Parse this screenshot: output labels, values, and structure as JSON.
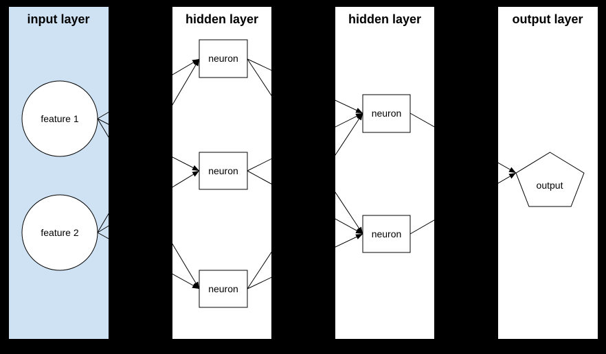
{
  "diagram": {
    "kind": "neural-network",
    "layers": [
      {
        "id": "input",
        "title": "input layer",
        "nodes": [
          {
            "id": "feature1",
            "label": "feature 1",
            "shape": "circle"
          },
          {
            "id": "feature2",
            "label": "feature 2",
            "shape": "circle"
          }
        ]
      },
      {
        "id": "hidden1",
        "title": "hidden layer",
        "nodes": [
          {
            "id": "h1n1",
            "label": "neuron",
            "shape": "rect"
          },
          {
            "id": "h1n2",
            "label": "neuron",
            "shape": "rect"
          },
          {
            "id": "h1n3",
            "label": "neuron",
            "shape": "rect"
          }
        ]
      },
      {
        "id": "hidden2",
        "title": "hidden layer",
        "nodes": [
          {
            "id": "h2n1",
            "label": "neuron",
            "shape": "rect"
          },
          {
            "id": "h2n2",
            "label": "neuron",
            "shape": "rect"
          }
        ]
      },
      {
        "id": "output",
        "title": "output layer",
        "nodes": [
          {
            "id": "out1",
            "label": "output",
            "shape": "pentagon"
          }
        ]
      }
    ],
    "connections": [
      {
        "from": "feature1",
        "to": "h1n1"
      },
      {
        "from": "feature1",
        "to": "h1n2"
      },
      {
        "from": "feature1",
        "to": "h1n3"
      },
      {
        "from": "feature2",
        "to": "h1n1"
      },
      {
        "from": "feature2",
        "to": "h1n2"
      },
      {
        "from": "feature2",
        "to": "h1n3"
      },
      {
        "from": "h1n1",
        "to": "h2n1"
      },
      {
        "from": "h1n1",
        "to": "h2n2"
      },
      {
        "from": "h1n2",
        "to": "h2n1"
      },
      {
        "from": "h1n2",
        "to": "h2n2"
      },
      {
        "from": "h1n3",
        "to": "h2n1"
      },
      {
        "from": "h1n3",
        "to": "h2n2"
      },
      {
        "from": "h2n1",
        "to": "out1"
      },
      {
        "from": "h2n2",
        "to": "out1"
      }
    ]
  },
  "colors": {
    "canvas_background": "#000000",
    "input_panel_fill": "#cfe2f3",
    "panel_fill": "#ffffff",
    "node_fill": "#ffffff",
    "line": "#000000",
    "text": "#000000"
  }
}
